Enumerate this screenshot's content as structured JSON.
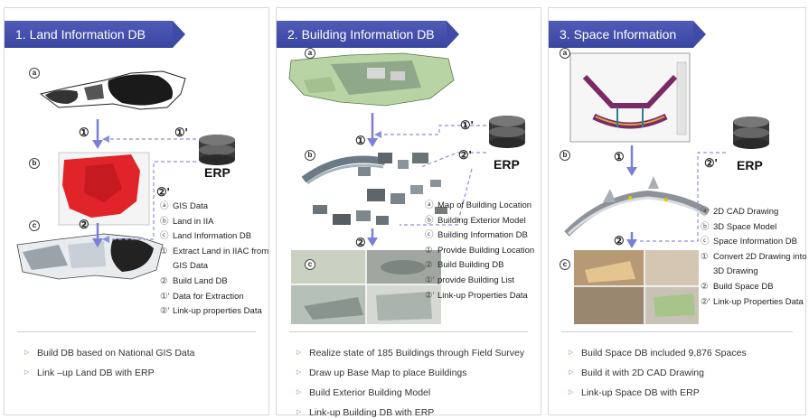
{
  "panels": [
    {
      "title": "1. Land Information DB",
      "erp_label": "ERP",
      "marker_a": "a",
      "marker_b": "b",
      "marker_c": "c",
      "step_1": "①",
      "step_2": "②",
      "step_1p": "①'",
      "step_2p": "②'",
      "legend": [
        {
          "mark": "ⓐ",
          "text": "GIS Data"
        },
        {
          "mark": "ⓑ",
          "text": "Land in IIA"
        },
        {
          "mark": "ⓒ",
          "text": "Land Information DB"
        },
        {
          "mark": "①",
          "text": "Extract Land in IIAC from"
        },
        {
          "mark": "",
          "text": "GIS Data"
        },
        {
          "mark": "②",
          "text": "Build Land DB"
        },
        {
          "mark": "①'",
          "text": "Data for Extraction"
        },
        {
          "mark": "②'",
          "text": "Link-up properties Data"
        }
      ],
      "bullets": [
        "Build DB based on  National GIS Data",
        "Link –up Land DB with ERP"
      ]
    },
    {
      "title": "2. Building Information DB",
      "erp_label": "ERP",
      "marker_a": "a",
      "marker_b": "b",
      "marker_c": "c",
      "step_1": "①",
      "step_2": "②",
      "step_1p": "①'",
      "step_2p": "②'",
      "legend": [
        {
          "mark": "ⓐ",
          "text": "Map of Building Location"
        },
        {
          "mark": "ⓑ",
          "text": "Building Exterior Model"
        },
        {
          "mark": "ⓒ",
          "text": "Building Information DB"
        },
        {
          "mark": "①",
          "text": "Provide Building Location"
        },
        {
          "mark": "②",
          "text": "Build Building DB"
        },
        {
          "mark": "①'",
          "text": "provide Building List"
        },
        {
          "mark": "②'",
          "text": "Link-up Properties Data"
        }
      ],
      "bullets": [
        "Realize state of 185 Buildings through Field Survey",
        "Draw up Base Map to place Buildings",
        "Build Exterior Building Model",
        "Link-up Building DB with ERP"
      ]
    },
    {
      "title": "3. Space Information DB",
      "erp_label": "ERP",
      "marker_a": "a",
      "marker_b": "b",
      "marker_c": "c",
      "step_1": "①",
      "step_2": "②",
      "step_2p": "②'",
      "legend": [
        {
          "mark": "ⓐ",
          "text": "2D CAD Drawing"
        },
        {
          "mark": "ⓑ",
          "text": "3D Space Model"
        },
        {
          "mark": "ⓒ",
          "text": "Space Information DB"
        },
        {
          "mark": "①",
          "text": "Convert 2D Drawing into"
        },
        {
          "mark": "",
          "text": "3D Drawing"
        },
        {
          "mark": "②",
          "text": "Build Space DB"
        },
        {
          "mark": "②'",
          "text": "Link-up Properties Data"
        }
      ],
      "bullets": [
        "Build Space DB included 9,876 Spaces",
        "Build it  with 2D CAD Drawing",
        "Link-up Space DB with ERP"
      ]
    }
  ],
  "colors": {
    "header": "#3f4ba6",
    "arrow": "#7b7fd6",
    "dashed": "#8a8fe0",
    "bullet": "#7b88c9",
    "land_red": "#e0242a"
  },
  "icons": [
    "database-icon",
    "map-image",
    "building-model-image",
    "cad-drawing-image",
    "photo-collage-image",
    "triangle-bullet-icon"
  ]
}
